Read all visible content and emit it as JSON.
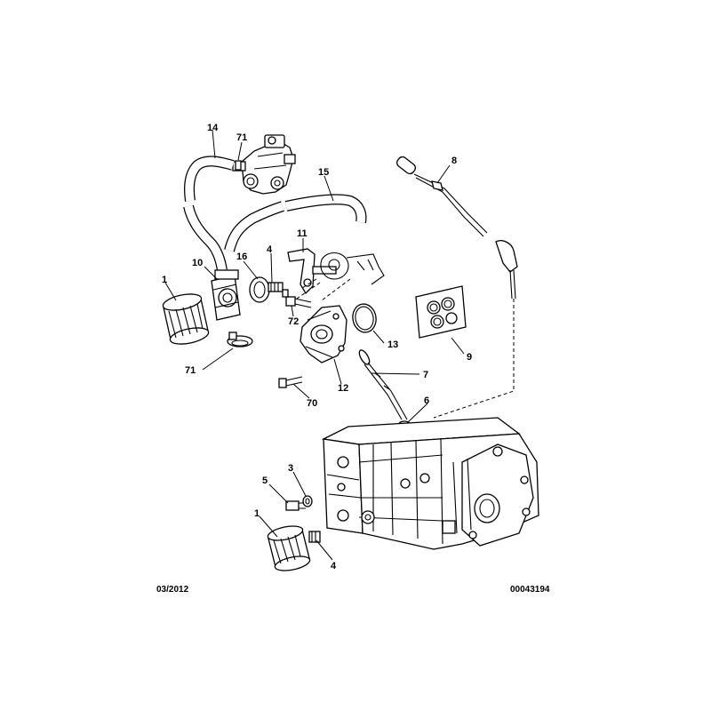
{
  "callouts": {
    "c14": "14",
    "c71_top": "71",
    "c15": "15",
    "c8": "8",
    "c11": "11",
    "c10": "10",
    "c16": "16",
    "c4_top": "4",
    "c1_top": "1",
    "c72": "72",
    "c13": "13",
    "c9": "9",
    "c71_bottom": "71",
    "c7": "7",
    "c12": "12",
    "c70": "70",
    "c6": "6",
    "c3": "3",
    "c5": "5",
    "c1_bottom": "1",
    "c4_bottom": "4"
  },
  "footer": {
    "date": "03/2012",
    "reference": "00043194"
  }
}
